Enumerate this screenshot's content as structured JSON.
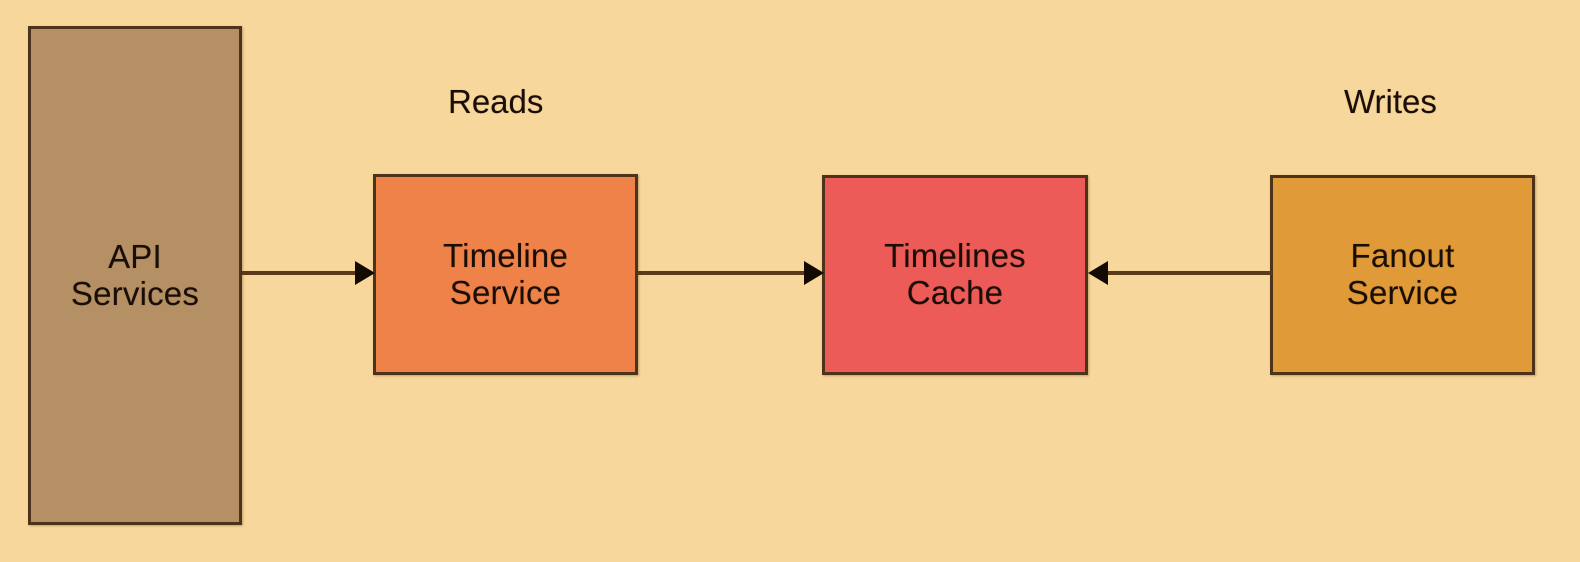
{
  "diagram": {
    "background_color": "#f7d79b",
    "stroke_color": "#4d3319",
    "text_color": "#1a0d05",
    "captions": [
      {
        "id": "reads",
        "label": "Reads"
      },
      {
        "id": "writes",
        "label": "Writes"
      }
    ],
    "nodes": [
      {
        "id": "api-services",
        "label": "API\nServices",
        "fill": "#b59064",
        "shape": "rectangle"
      },
      {
        "id": "timeline-service",
        "label": "Timeline\nService",
        "fill": "#ee8248",
        "shape": "rectangle"
      },
      {
        "id": "timelines-cache",
        "label": "Timelines\nCache",
        "fill": "#ec5b57",
        "shape": "rectangle"
      },
      {
        "id": "fanout-service",
        "label": "Fanout\nService",
        "fill": "#e09a37",
        "shape": "rectangle"
      }
    ],
    "connectors": [
      {
        "id": "api-to-timeline",
        "from": "api-services",
        "to": "timeline-service",
        "direction": "right",
        "label": ""
      },
      {
        "id": "timeline-to-cache",
        "from": "timeline-service",
        "to": "timelines-cache",
        "direction": "right",
        "label": ""
      },
      {
        "id": "fanout-to-cache",
        "from": "fanout-service",
        "to": "timelines-cache",
        "direction": "left",
        "label": ""
      }
    ]
  }
}
